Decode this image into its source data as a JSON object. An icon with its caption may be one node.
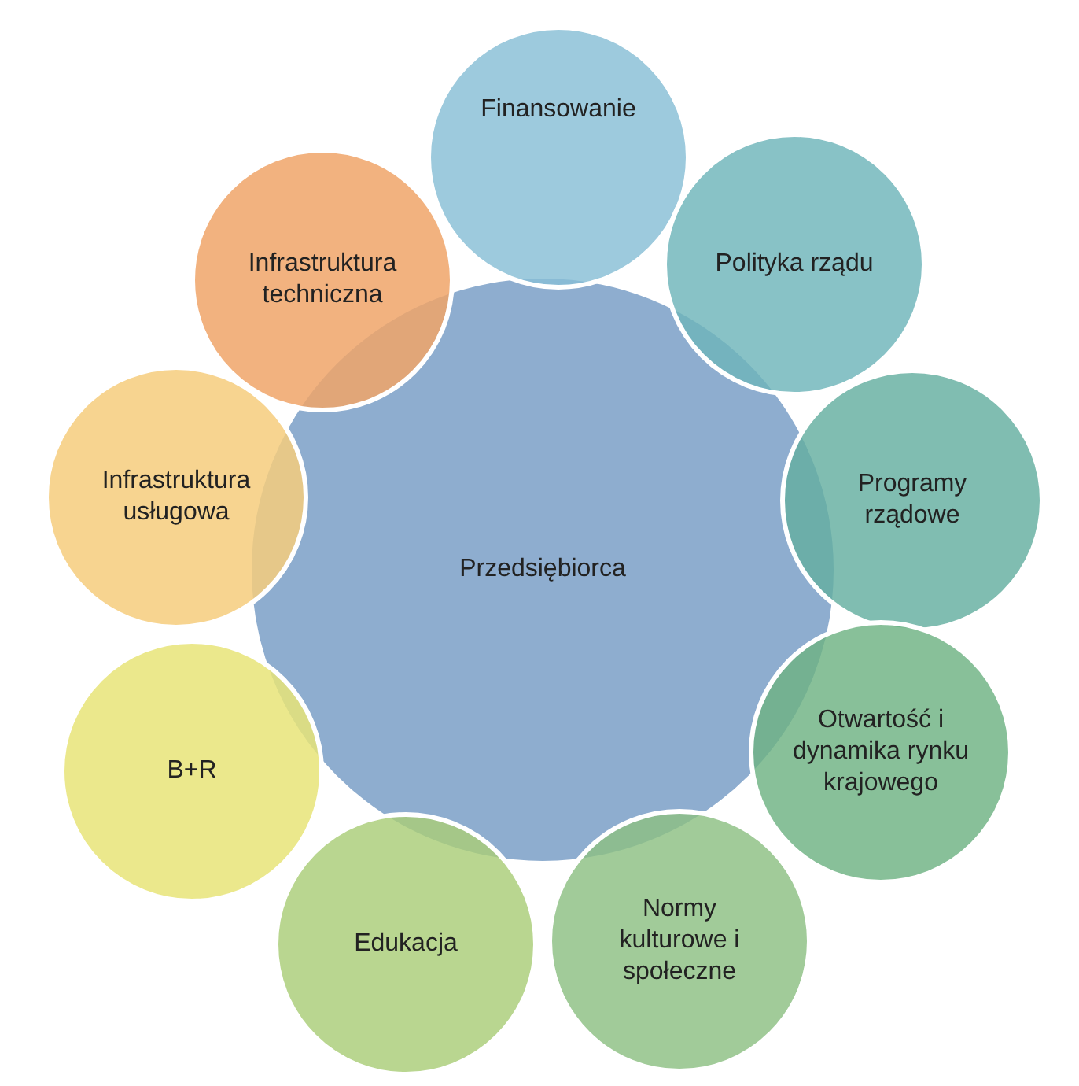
{
  "diagram": {
    "nodes": [
      {
        "text": [
          "Przedsiębiorca"
        ]
      },
      {
        "text": [
          "Finansowanie"
        ]
      },
      {
        "text": [
          "Polityka rządu"
        ]
      },
      {
        "text": [
          "Programy rządowe"
        ]
      },
      {
        "text": [
          "Otwartość i dynamika rynku krajowego"
        ]
      },
      {
        "text": [
          "Normy kulturowe i społeczne"
        ]
      },
      {
        "text": [
          "Edukacja"
        ]
      },
      {
        "text": [
          "B+R"
        ]
      },
      {
        "text": [
          "Infrastruktura usługowa"
        ]
      },
      {
        "text": [
          "Infrastruktura techniczna"
        ]
      }
    ]
  }
}
